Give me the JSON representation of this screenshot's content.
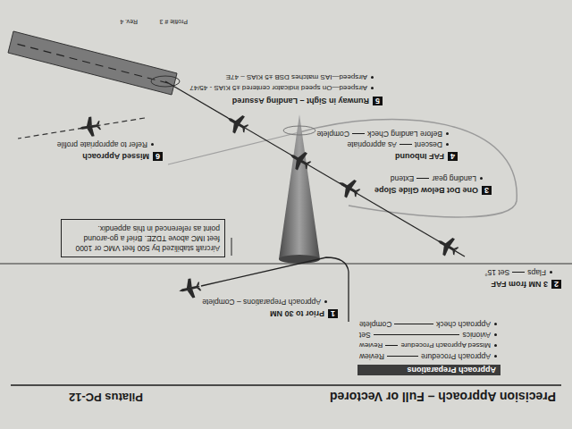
{
  "diagram": {
    "title": "Precision Approach – Full or Vectored",
    "nodes": [
      {
        "text": [
          "Approach Preparations"
        ]
      },
      {
        "text": [
          "Aircraft stabilized by 500 feet VMC or 1000 feet IMC above TDZE. Brief a go-around point as referenced in this appendix."
        ]
      }
    ],
    "labels": [
      "Pilatus PC-12",
      "Approach Procedure",
      "Review",
      "Missed Approach Procedure",
      "Review",
      "Avionics",
      "Set",
      "Approach check",
      "Complete",
      "1",
      "Prior to 30 NM",
      "Approach Preparations – Complete",
      "2",
      "3 NM from FAF",
      "Flaps",
      "Set 15°",
      "3",
      "One Dot Below Glide Slope",
      "Landing gear",
      "Extend",
      "4",
      "FAF Inbound",
      "Descent",
      "As appropriate",
      "Before Landing Check",
      "Complete",
      "5",
      "Runway in Sight – Landing Assured",
      "Airspeed—On speed indicator centered ±5 KIAS - 45/47",
      "Airspeed—IAS matches DSB ±5 KIAS – 47E",
      "6",
      "Missed Approach",
      "Refer to appropriate profile",
      "Profile # 3",
      "Rev. 4"
    ]
  }
}
